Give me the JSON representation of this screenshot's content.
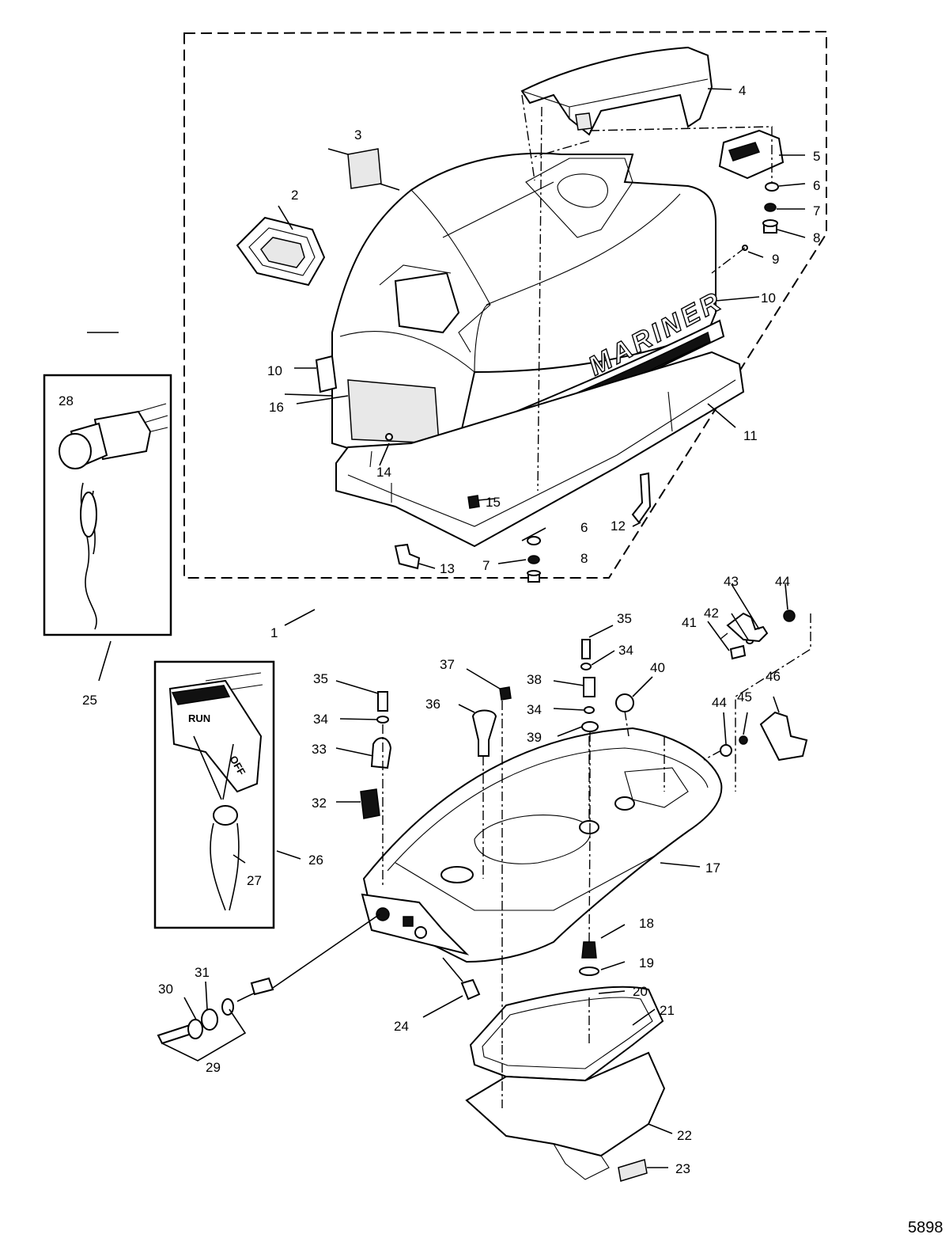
{
  "figure_number": "5898",
  "brand_text": "MARINER",
  "switch_text_run": "RUN",
  "switch_text_off": "OFF",
  "callouts": [
    {
      "id": "c1",
      "label": "1"
    },
    {
      "id": "c2",
      "label": "2"
    },
    {
      "id": "c3",
      "label": "3"
    },
    {
      "id": "c4",
      "label": "4"
    },
    {
      "id": "c5",
      "label": "5"
    },
    {
      "id": "c6a",
      "label": "6"
    },
    {
      "id": "c7a",
      "label": "7"
    },
    {
      "id": "c8a",
      "label": "8"
    },
    {
      "id": "c9",
      "label": "9"
    },
    {
      "id": "c10a",
      "label": "10"
    },
    {
      "id": "c10b",
      "label": "10"
    },
    {
      "id": "c11",
      "label": "11"
    },
    {
      "id": "c12",
      "label": "12"
    },
    {
      "id": "c13",
      "label": "13"
    },
    {
      "id": "c14",
      "label": "14"
    },
    {
      "id": "c15",
      "label": "15"
    },
    {
      "id": "c16",
      "label": "16"
    },
    {
      "id": "c6b",
      "label": "6"
    },
    {
      "id": "c7b",
      "label": "7"
    },
    {
      "id": "c8b",
      "label": "8"
    },
    {
      "id": "c17",
      "label": "17"
    },
    {
      "id": "c18",
      "label": "18"
    },
    {
      "id": "c19",
      "label": "19"
    },
    {
      "id": "c20",
      "label": "20"
    },
    {
      "id": "c21",
      "label": "21"
    },
    {
      "id": "c22",
      "label": "22"
    },
    {
      "id": "c23",
      "label": "23"
    },
    {
      "id": "c24",
      "label": "24"
    },
    {
      "id": "c25",
      "label": "25"
    },
    {
      "id": "c26",
      "label": "26"
    },
    {
      "id": "c27",
      "label": "27"
    },
    {
      "id": "c28",
      "label": "28"
    },
    {
      "id": "c29",
      "label": "29"
    },
    {
      "id": "c30",
      "label": "30"
    },
    {
      "id": "c31",
      "label": "31"
    },
    {
      "id": "c32",
      "label": "32"
    },
    {
      "id": "c33",
      "label": "33"
    },
    {
      "id": "c34a",
      "label": "34"
    },
    {
      "id": "c35a",
      "label": "35"
    },
    {
      "id": "c34b",
      "label": "34"
    },
    {
      "id": "c35b",
      "label": "35"
    },
    {
      "id": "c34c",
      "label": "34"
    },
    {
      "id": "c36",
      "label": "36"
    },
    {
      "id": "c37",
      "label": "37"
    },
    {
      "id": "c38",
      "label": "38"
    },
    {
      "id": "c39",
      "label": "39"
    },
    {
      "id": "c40",
      "label": "40"
    },
    {
      "id": "c41",
      "label": "41"
    },
    {
      "id": "c42",
      "label": "42"
    },
    {
      "id": "c43",
      "label": "43"
    },
    {
      "id": "c44a",
      "label": "44"
    },
    {
      "id": "c44b",
      "label": "44"
    },
    {
      "id": "c45",
      "label": "45"
    },
    {
      "id": "c46",
      "label": "46"
    }
  ]
}
